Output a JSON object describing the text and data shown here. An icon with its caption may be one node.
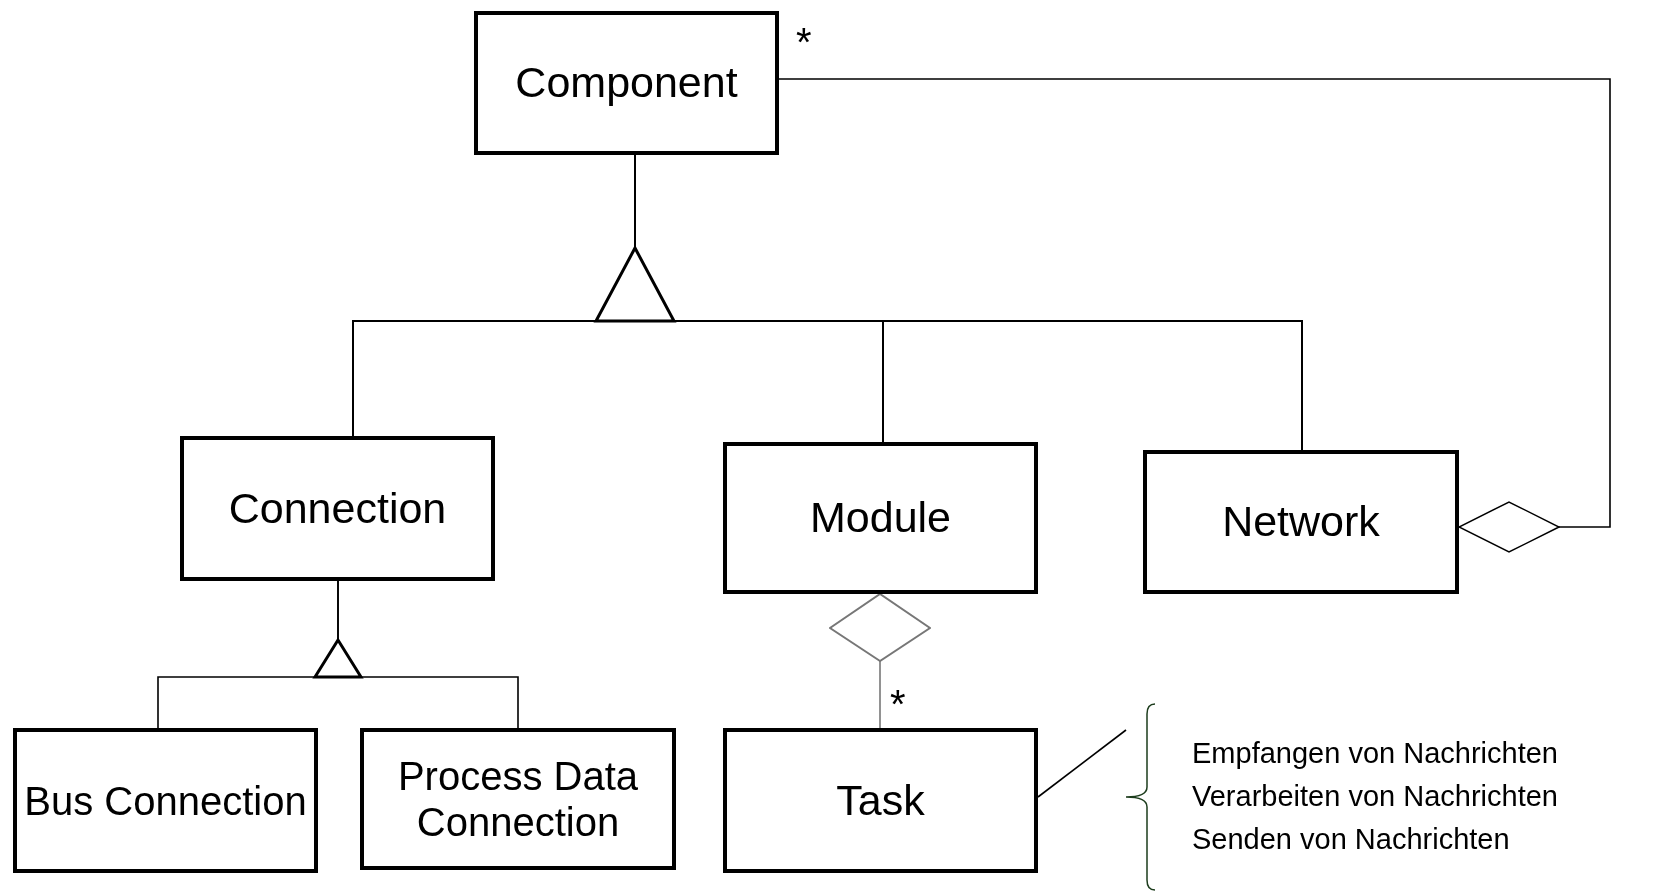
{
  "diagram": {
    "nodes": [
      {
        "text": [
          "Component"
        ]
      },
      {
        "text": [
          "Connection"
        ]
      },
      {
        "text": [
          "Module"
        ]
      },
      {
        "text": [
          "Network"
        ]
      },
      {
        "text": [
          "Bus Connection"
        ]
      },
      {
        "text": [
          "Process Data Connection"
        ]
      },
      {
        "text": [
          "Task"
        ]
      },
      {
        "text": [
          "Empfangen von Nachrichten",
          "Verarbeiten von Nachrichten",
          "Senden von Nachrichten"
        ]
      }
    ],
    "edges": [
      {
        "from": 1,
        "to": 0,
        "arrow": "to"
      },
      {
        "from": 2,
        "to": 0,
        "arrow": "to"
      },
      {
        "from": 3,
        "to": 0,
        "arrow": "to"
      },
      {
        "from": 4,
        "to": 1,
        "arrow": "to"
      },
      {
        "from": 5,
        "to": 1,
        "arrow": "to"
      },
      {
        "from": 0,
        "to": 3,
        "arrow": "other",
        "label": "*"
      },
      {
        "from": 6,
        "to": 2,
        "arrow": "other",
        "label": "*",
        "color": "#777777"
      },
      {
        "from": 6,
        "to": 7,
        "arrow": "none"
      }
    ]
  }
}
